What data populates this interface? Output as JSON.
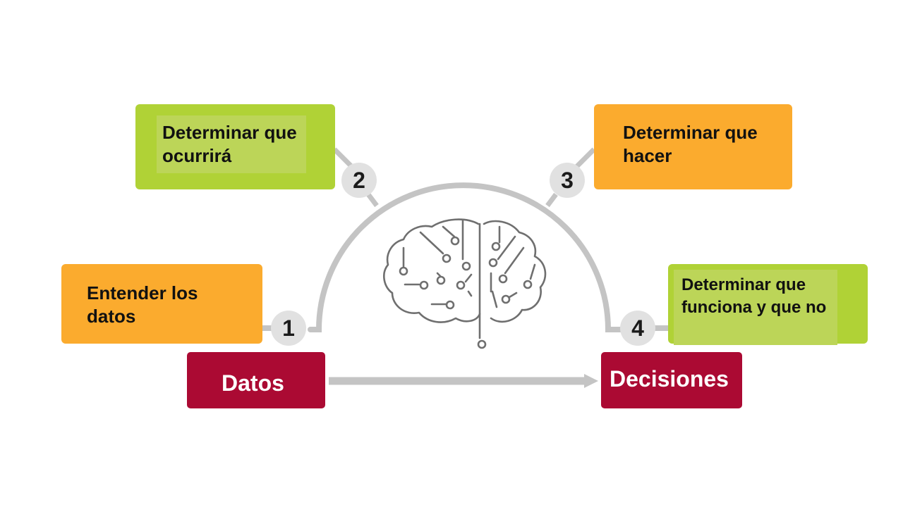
{
  "steps": [
    {
      "number": "1",
      "label": "Entender los datos"
    },
    {
      "number": "2",
      "label": "Determinar que ocurrirá"
    },
    {
      "number": "3",
      "label": "Determinar que hacer"
    },
    {
      "number": "4",
      "label": "Determinar que funciona y que no"
    }
  ],
  "endpoints": {
    "start": "Datos",
    "end": "Decisiones"
  },
  "icon": "brain-circuit-icon",
  "colors": {
    "green": "#b0d236",
    "orange": "#fbab2e",
    "crimson": "#ab0a33",
    "arc_gray": "#c4c4c4",
    "circle_gray": "#e1e1e1"
  }
}
